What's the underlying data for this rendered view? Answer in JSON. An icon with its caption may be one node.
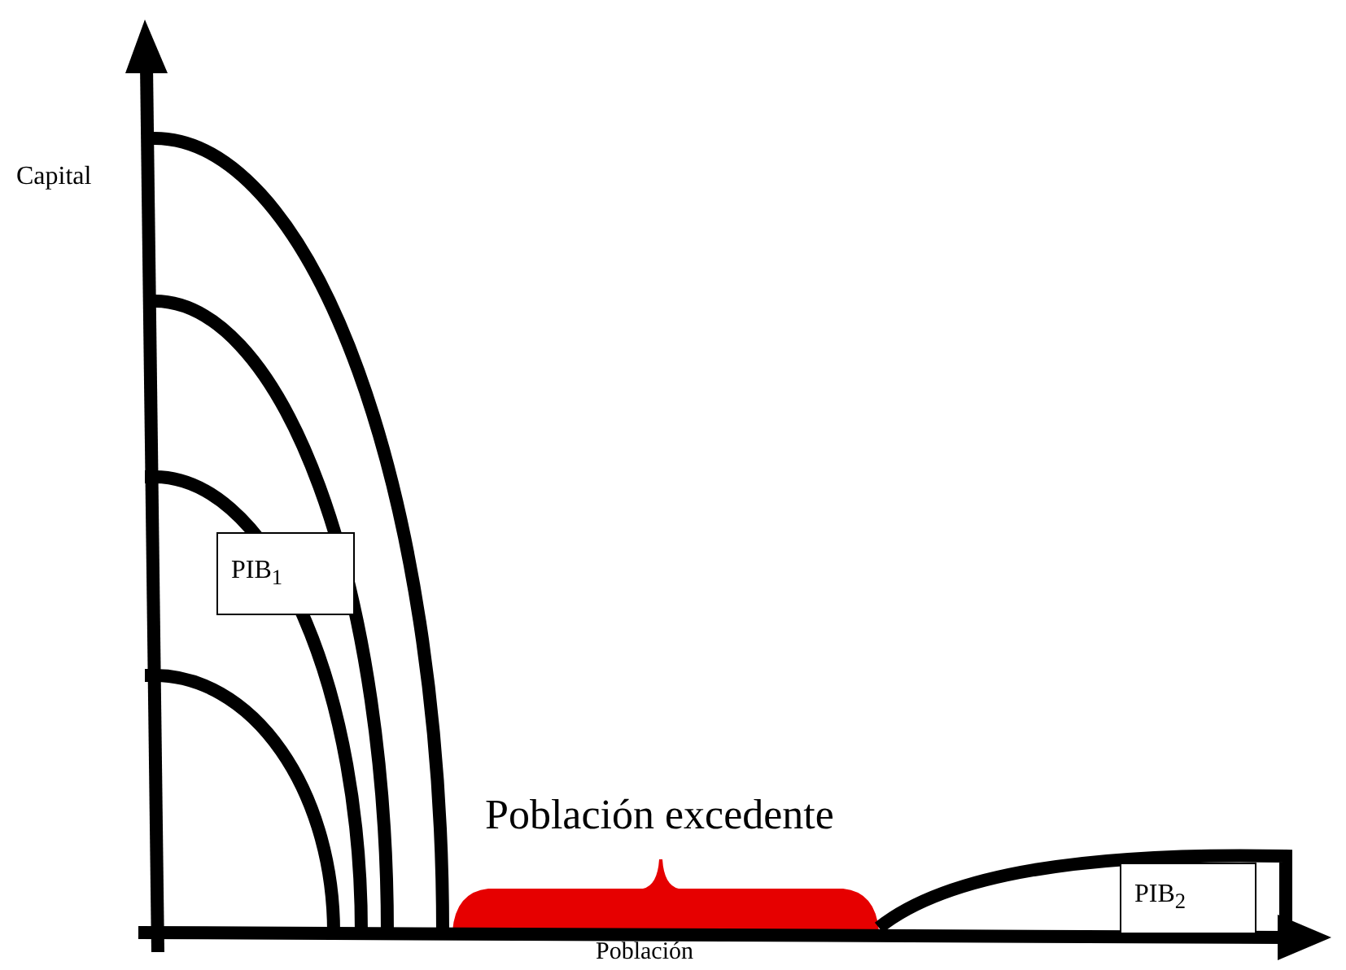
{
  "diagram": {
    "nodes": [
      {
        "text": [
          "PIB$_{1}$"
        ]
      },
      {
        "text": [
          "PIB$_{2}$"
        ]
      }
    ],
    "labels": [
      "Capital",
      "Población excedente",
      "Población"
    ]
  }
}
